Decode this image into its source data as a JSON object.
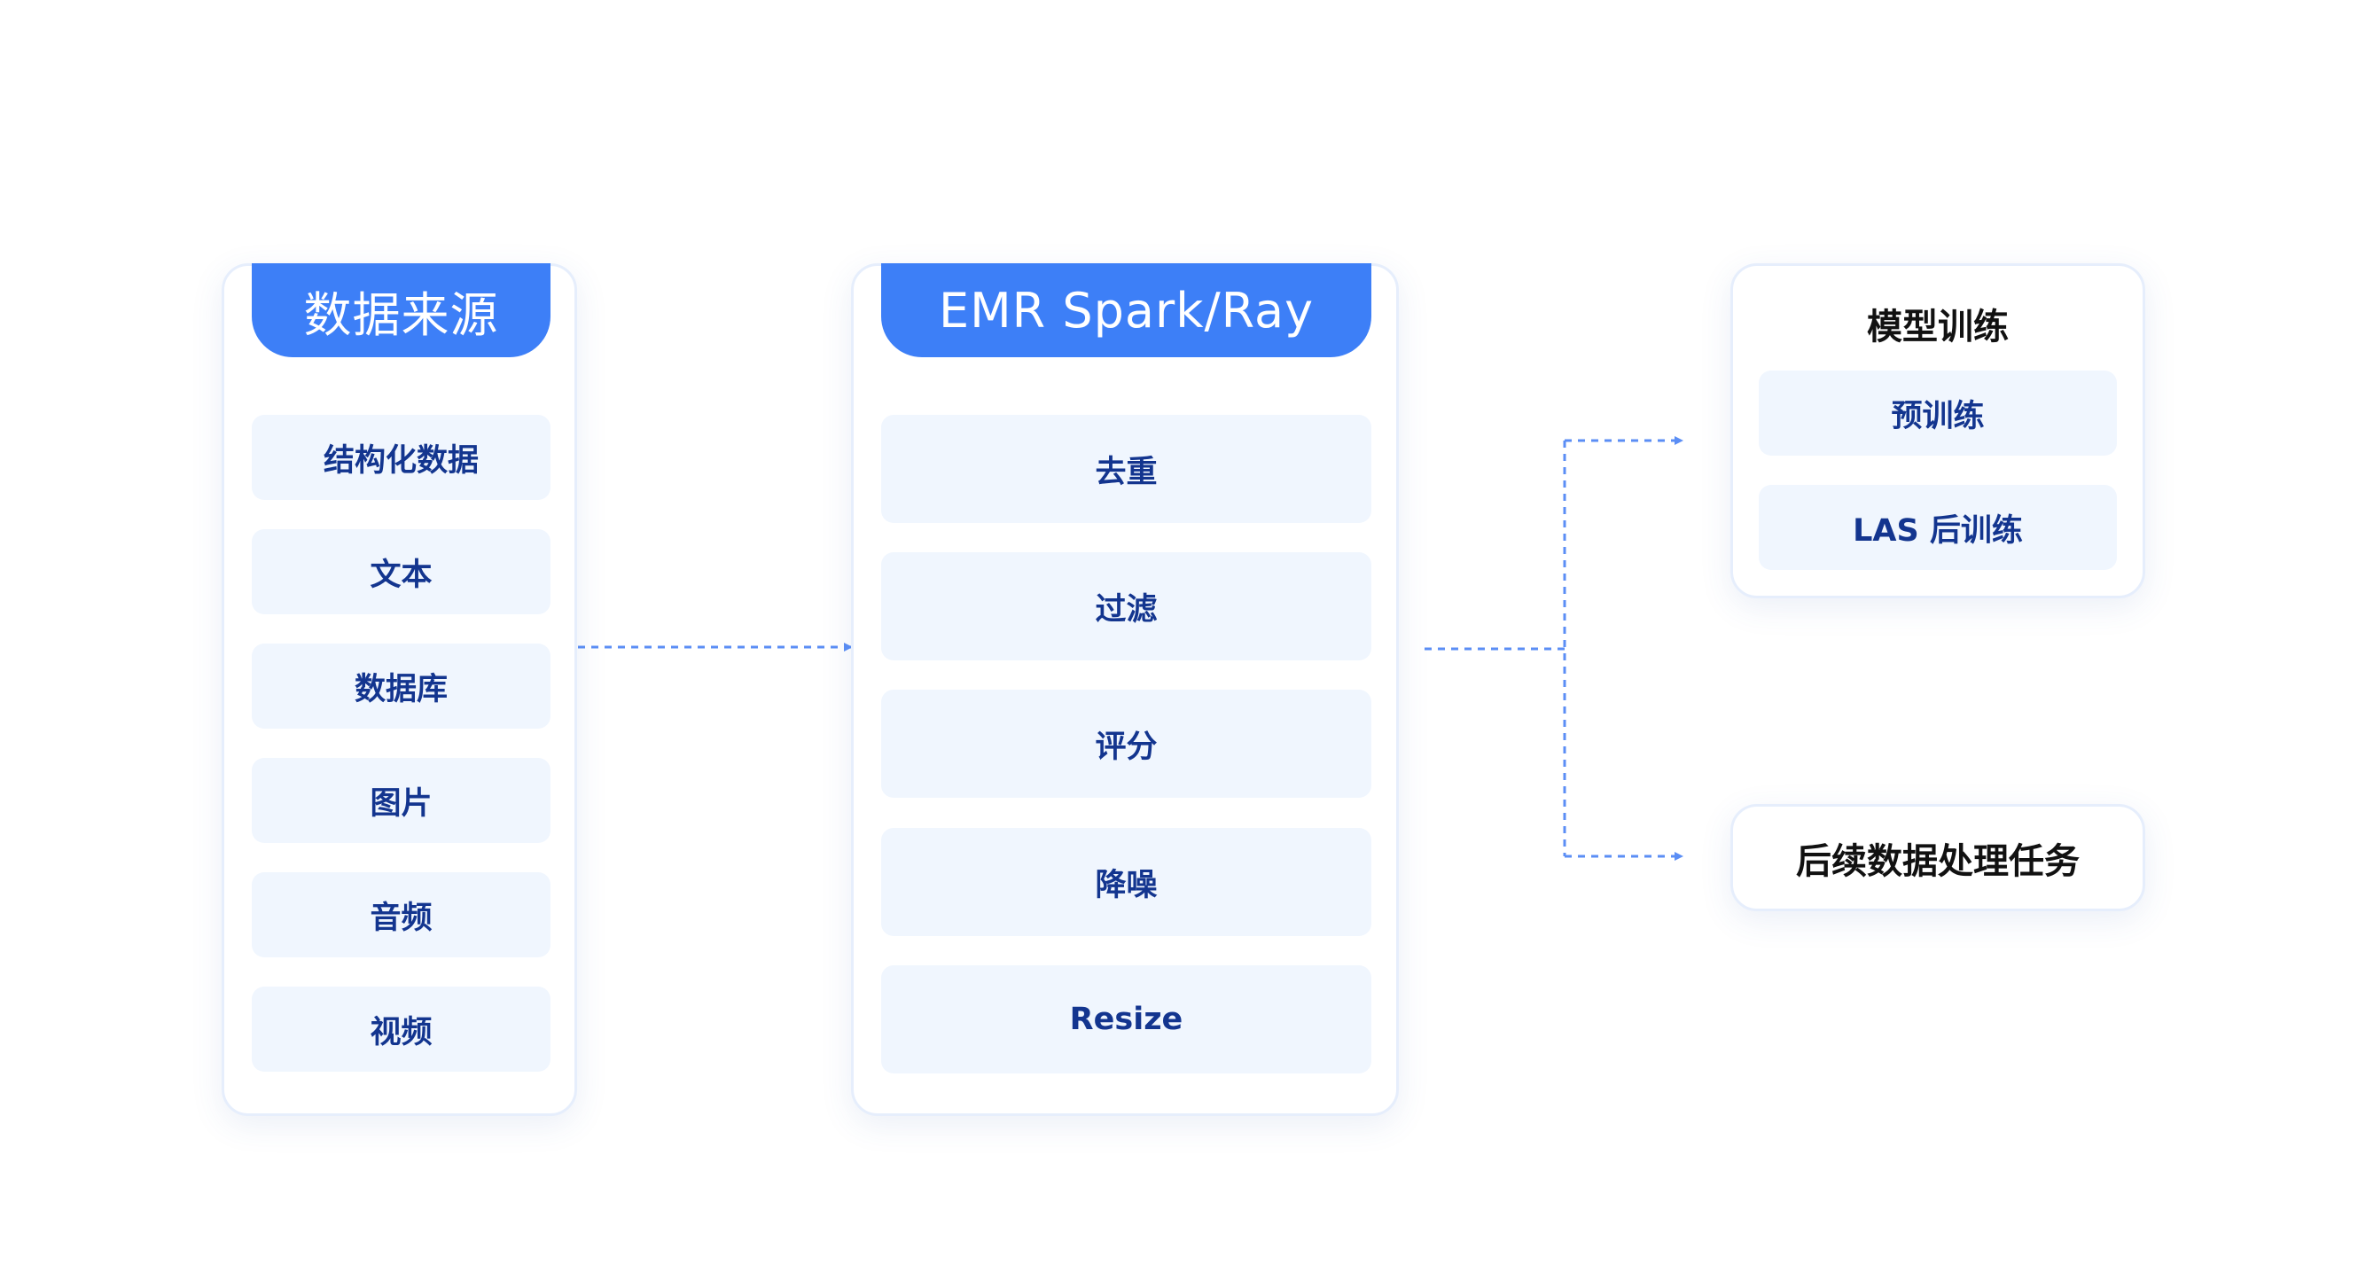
{
  "sources": {
    "title": "数据来源",
    "items": [
      "结构化数据",
      "文本",
      "数据库",
      "图片",
      "音频",
      "视频"
    ]
  },
  "processing": {
    "title": "EMR Spark/Ray",
    "items": [
      "去重",
      "过滤",
      "评分",
      "降噪",
      "Resize"
    ]
  },
  "training": {
    "title": "模型训练",
    "items": [
      "预训练",
      "LAS 后训练"
    ]
  },
  "followup": {
    "label": "后续数据处理任务"
  },
  "colors": {
    "header_blue": "#3d7ff7",
    "item_bg": "#f0f6fe",
    "item_text": "#13358f",
    "connector": "#5b8ef5"
  }
}
